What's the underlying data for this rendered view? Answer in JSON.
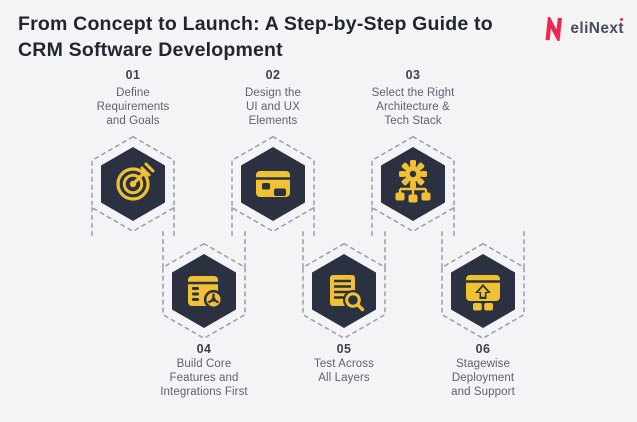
{
  "header": {
    "title": "From Concept to Launch: A Step-by-Step Guide to\nCRM Software Development"
  },
  "logo": {
    "text": "eliNext"
  },
  "colors": {
    "background": "#f4f4f6",
    "hexagon_dark": "#2b3140",
    "accent_yellow": "#f0c233",
    "dashed_outline": "#99a1b3",
    "title_text": "#22262e",
    "step_number": "#3c4250",
    "step_label": "#5b6270",
    "logo_red": "#f0264d",
    "logo_text": "#484e5a"
  },
  "steps": [
    {
      "num": "01",
      "label": "Define\nRequirements\nand Goals",
      "icon": "target-icon"
    },
    {
      "num": "02",
      "label": "Design the\nUI and UX\nElements",
      "icon": "ui-card-icon"
    },
    {
      "num": "03",
      "label": "Select the Right\nArchitecture &\nTech Stack",
      "icon": "architecture-icon"
    },
    {
      "num": "04",
      "label": "Build Core\nFeatures and\nIntegrations First",
      "icon": "build-gear-icon"
    },
    {
      "num": "05",
      "label": "Test Across\nAll Layers",
      "icon": "test-search-icon"
    },
    {
      "num": "06",
      "label": "Stagewise\nDeployment\nand Support",
      "icon": "deploy-arrow-icon"
    }
  ]
}
